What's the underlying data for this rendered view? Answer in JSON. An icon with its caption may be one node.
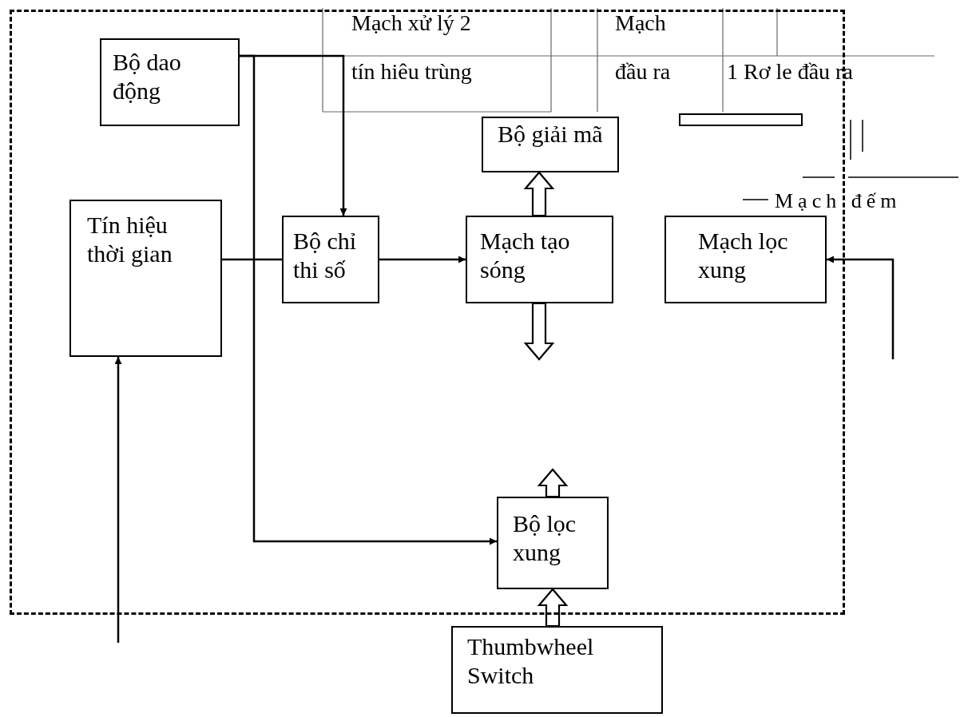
{
  "diagram": {
    "nodes": [
      {
        "text": [],
        "shape": "box"
      },
      {
        "text": [
          "Bộ dao động"
        ],
        "in": 0
      },
      {
        "text": [
          "Tín hiệu thời gian"
        ],
        "in": 0
      },
      {
        "text": [
          "Bộ chỉ thi số"
        ],
        "in": 0
      },
      {
        "text": [
          "Mạch tạo sóng"
        ],
        "in": 0
      },
      {
        "text": [
          "Mạch lọc xung"
        ],
        "in": 0
      },
      {
        "text": [
          "Bộ giải mã"
        ],
        "in": 0
      },
      {
        "text": [],
        "shape": "box",
        "in": 0
      },
      {
        "text": [
          "Bộ lọc xung"
        ],
        "in": 0
      },
      {
        "text": [
          "Thumbwheel Switch"
        ]
      }
    ],
    "edges": [
      {
        "from": 1,
        "to": 3,
        "arrow": "to"
      },
      {
        "from": 1,
        "to": 8,
        "arrow": "to"
      },
      {
        "from": 2,
        "to": 3,
        "arrow": "none"
      },
      {
        "from": 3,
        "to": 4,
        "arrow": "to"
      },
      {
        "from": 4,
        "to": 6,
        "arrow": "to",
        "style": "thick"
      },
      {
        "from": 4,
        "to": null,
        "arrow": "to",
        "style": "thick"
      },
      {
        "from": 8,
        "to": null,
        "arrow": "to",
        "style": "thick"
      },
      {
        "from": 9,
        "to": 8,
        "arrow": "to",
        "style": "thick"
      },
      {
        "from": null,
        "to": 2,
        "arrow": "to"
      },
      {
        "from": null,
        "to": 5,
        "arrow": "to"
      }
    ],
    "labels": [
      "Mạch xử lý 2",
      "Mạch",
      "tín hiêu trùng",
      "đầu ra",
      "1 Rơ le đầu ra",
      "Mạch đếm"
    ]
  }
}
